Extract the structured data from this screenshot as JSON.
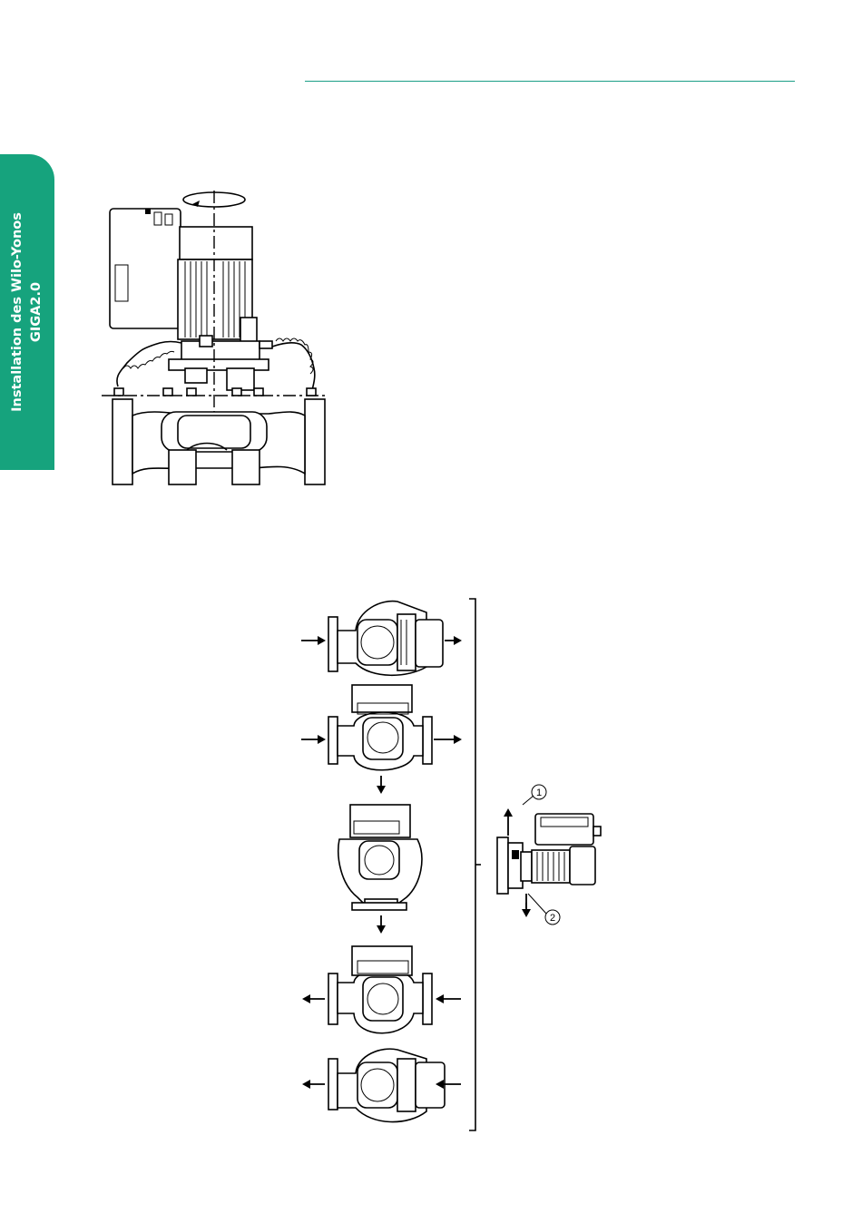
{
  "side_tab": {
    "line1": "Installation des Wilo-Yonos",
    "line2": "GIGA2.0",
    "color": "#16a37d"
  },
  "rule_color": "#1a9e86",
  "figure_detail": {
    "callouts": [
      "1",
      "2"
    ]
  }
}
